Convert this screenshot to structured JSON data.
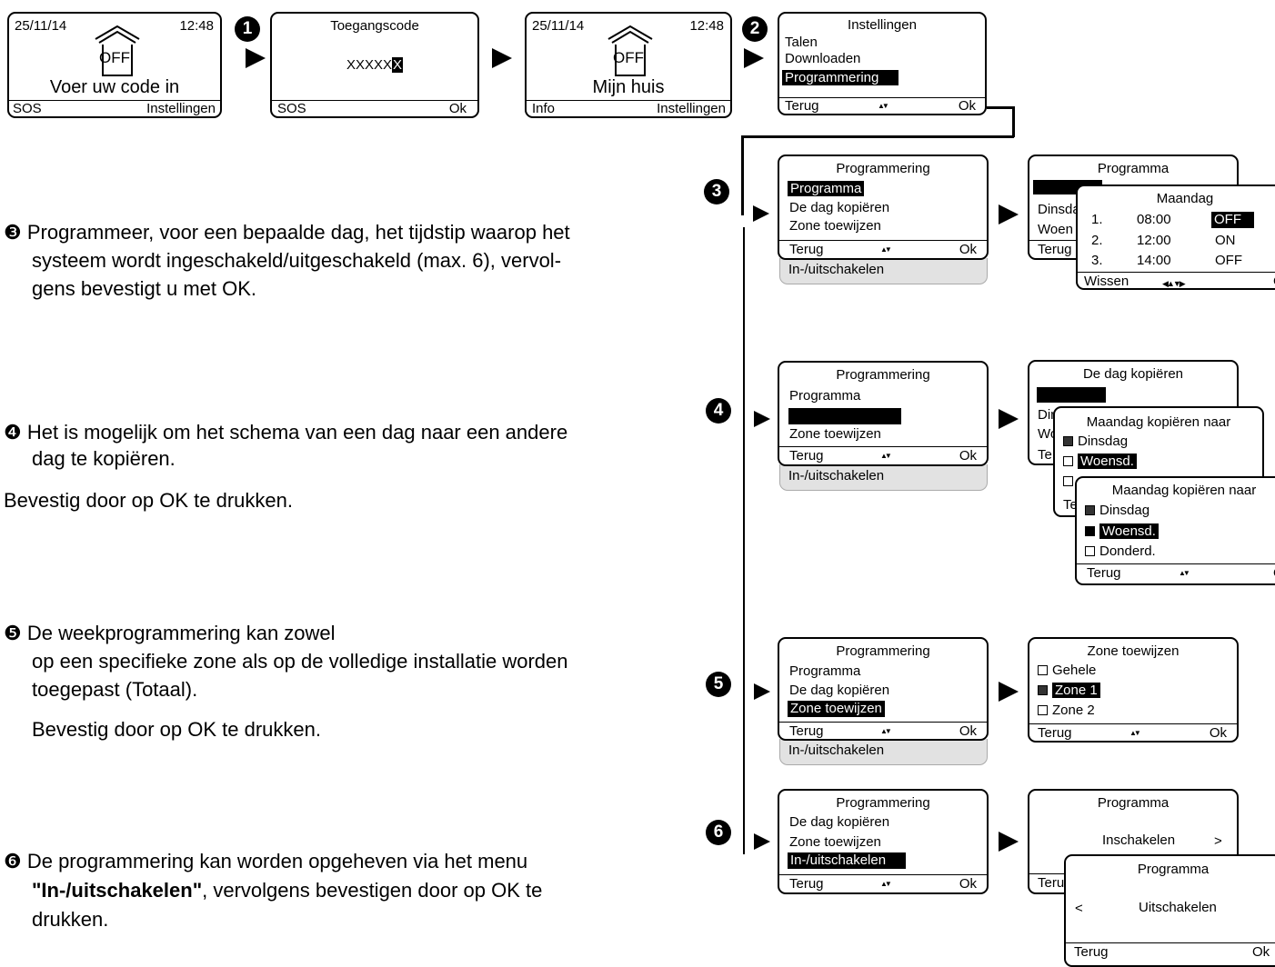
{
  "row1": {
    "screen1": {
      "date": "25/11/14",
      "time": "12:48",
      "status": "OFF",
      "message": "Voer uw code in",
      "left": "SOS",
      "right": "Instellingen"
    },
    "screen2": {
      "title": "Toegangscode",
      "code": "XXXXX",
      "cursor": "X",
      "left": "SOS",
      "right": "Ok"
    },
    "screen3": {
      "date": "25/11/14",
      "time": "12:48",
      "status": "OFF",
      "message": "Mijn huis",
      "left": "Info",
      "right": "Instellingen"
    },
    "screen4": {
      "title": "Instellingen",
      "items": [
        "Talen",
        "Downloaden",
        "Programmering"
      ],
      "left": "Terug",
      "right": "Ok"
    },
    "step1": "1",
    "step2": "2"
  },
  "common": {
    "updown": "▲▼",
    "lr": "◀▲▼▶",
    "terug": "Terug",
    "ok": "Ok",
    "ok_cut": "Ol",
    "inuit": "In-/uitschakelen"
  },
  "step3": {
    "num": "3",
    "menu": {
      "title": "Programmering",
      "items": [
        "Programma",
        "De dag kopiëren",
        "Zone toewijzen"
      ]
    },
    "back": {
      "title": "Programma",
      "items": [
        "Dinsda",
        "Woen"
      ]
    },
    "front": {
      "title": "Maandag",
      "rows": [
        {
          "n": "1.",
          "time": "08:00",
          "state": "OFF"
        },
        {
          "n": "2.",
          "time": "12:00",
          "state": "ON"
        },
        {
          "n": "3.",
          "time": "14:00",
          "state": "OFF"
        }
      ],
      "left": "Wissen"
    },
    "text1": "❸ Programmeer, voor een bepaalde dag, het tijdstip waarop het",
    "text2": "systeem wordt ingeschakeld/uitgeschakeld (max. 6), vervol-",
    "text3": "gens bevestigt u met OK."
  },
  "step4": {
    "num": "4",
    "menu": {
      "title": "Programmering",
      "items": [
        "Programma",
        "",
        "Zone toewijzen"
      ]
    },
    "back": {
      "title": "De dag kopiëren",
      "items": [
        "Din",
        "Wo",
        "Te"
      ]
    },
    "mid": {
      "title": "Maandag kopiëren naar",
      "items": [
        "Dinsdag",
        "Woensd."
      ],
      "bottom": "Te"
    },
    "front": {
      "title": "Maandag kopiëren naar",
      "items": [
        "Dinsdag",
        "Woensd.",
        "Donderd."
      ]
    },
    "text1": "❹ Het is mogelijk om het schema van een dag naar een andere",
    "text2": "dag te kopiëren.",
    "text3": "Bevestig door op OK te drukken."
  },
  "step5": {
    "num": "5",
    "menu": {
      "title": "Programmering",
      "items": [
        "Programma",
        "De dag kopiëren",
        "Zone toewijzen"
      ]
    },
    "zone": {
      "title": "Zone toewijzen",
      "items": [
        "Gehele",
        "Zone 1",
        "Zone 2"
      ]
    },
    "text1": "❺ De weekprogrammering kan zowel",
    "text2": "op een specifieke zone als op de volledige installatie worden",
    "text3": "toegepast (Totaal).",
    "text4": "Bevestig door op OK te drukken."
  },
  "step6": {
    "num": "6",
    "menu": {
      "title": "Programmering",
      "items": [
        "De dag kopiëren",
        "Zone toewijzen",
        "In-/uitschakelen"
      ]
    },
    "back": {
      "title": "Programma",
      "option": "Inschakelen",
      "arrow": ">",
      "bottom": "Teru"
    },
    "front": {
      "title": "Programma",
      "option": "Uitschakelen",
      "arrow": "<"
    },
    "text1": "❻ De programmering kan worden opgeheven via het menu",
    "text2_bold": "\"In-/uitschakelen\"",
    "text2_rest": ", vervolgens bevestigen door op OK te",
    "text3": "drukken."
  }
}
